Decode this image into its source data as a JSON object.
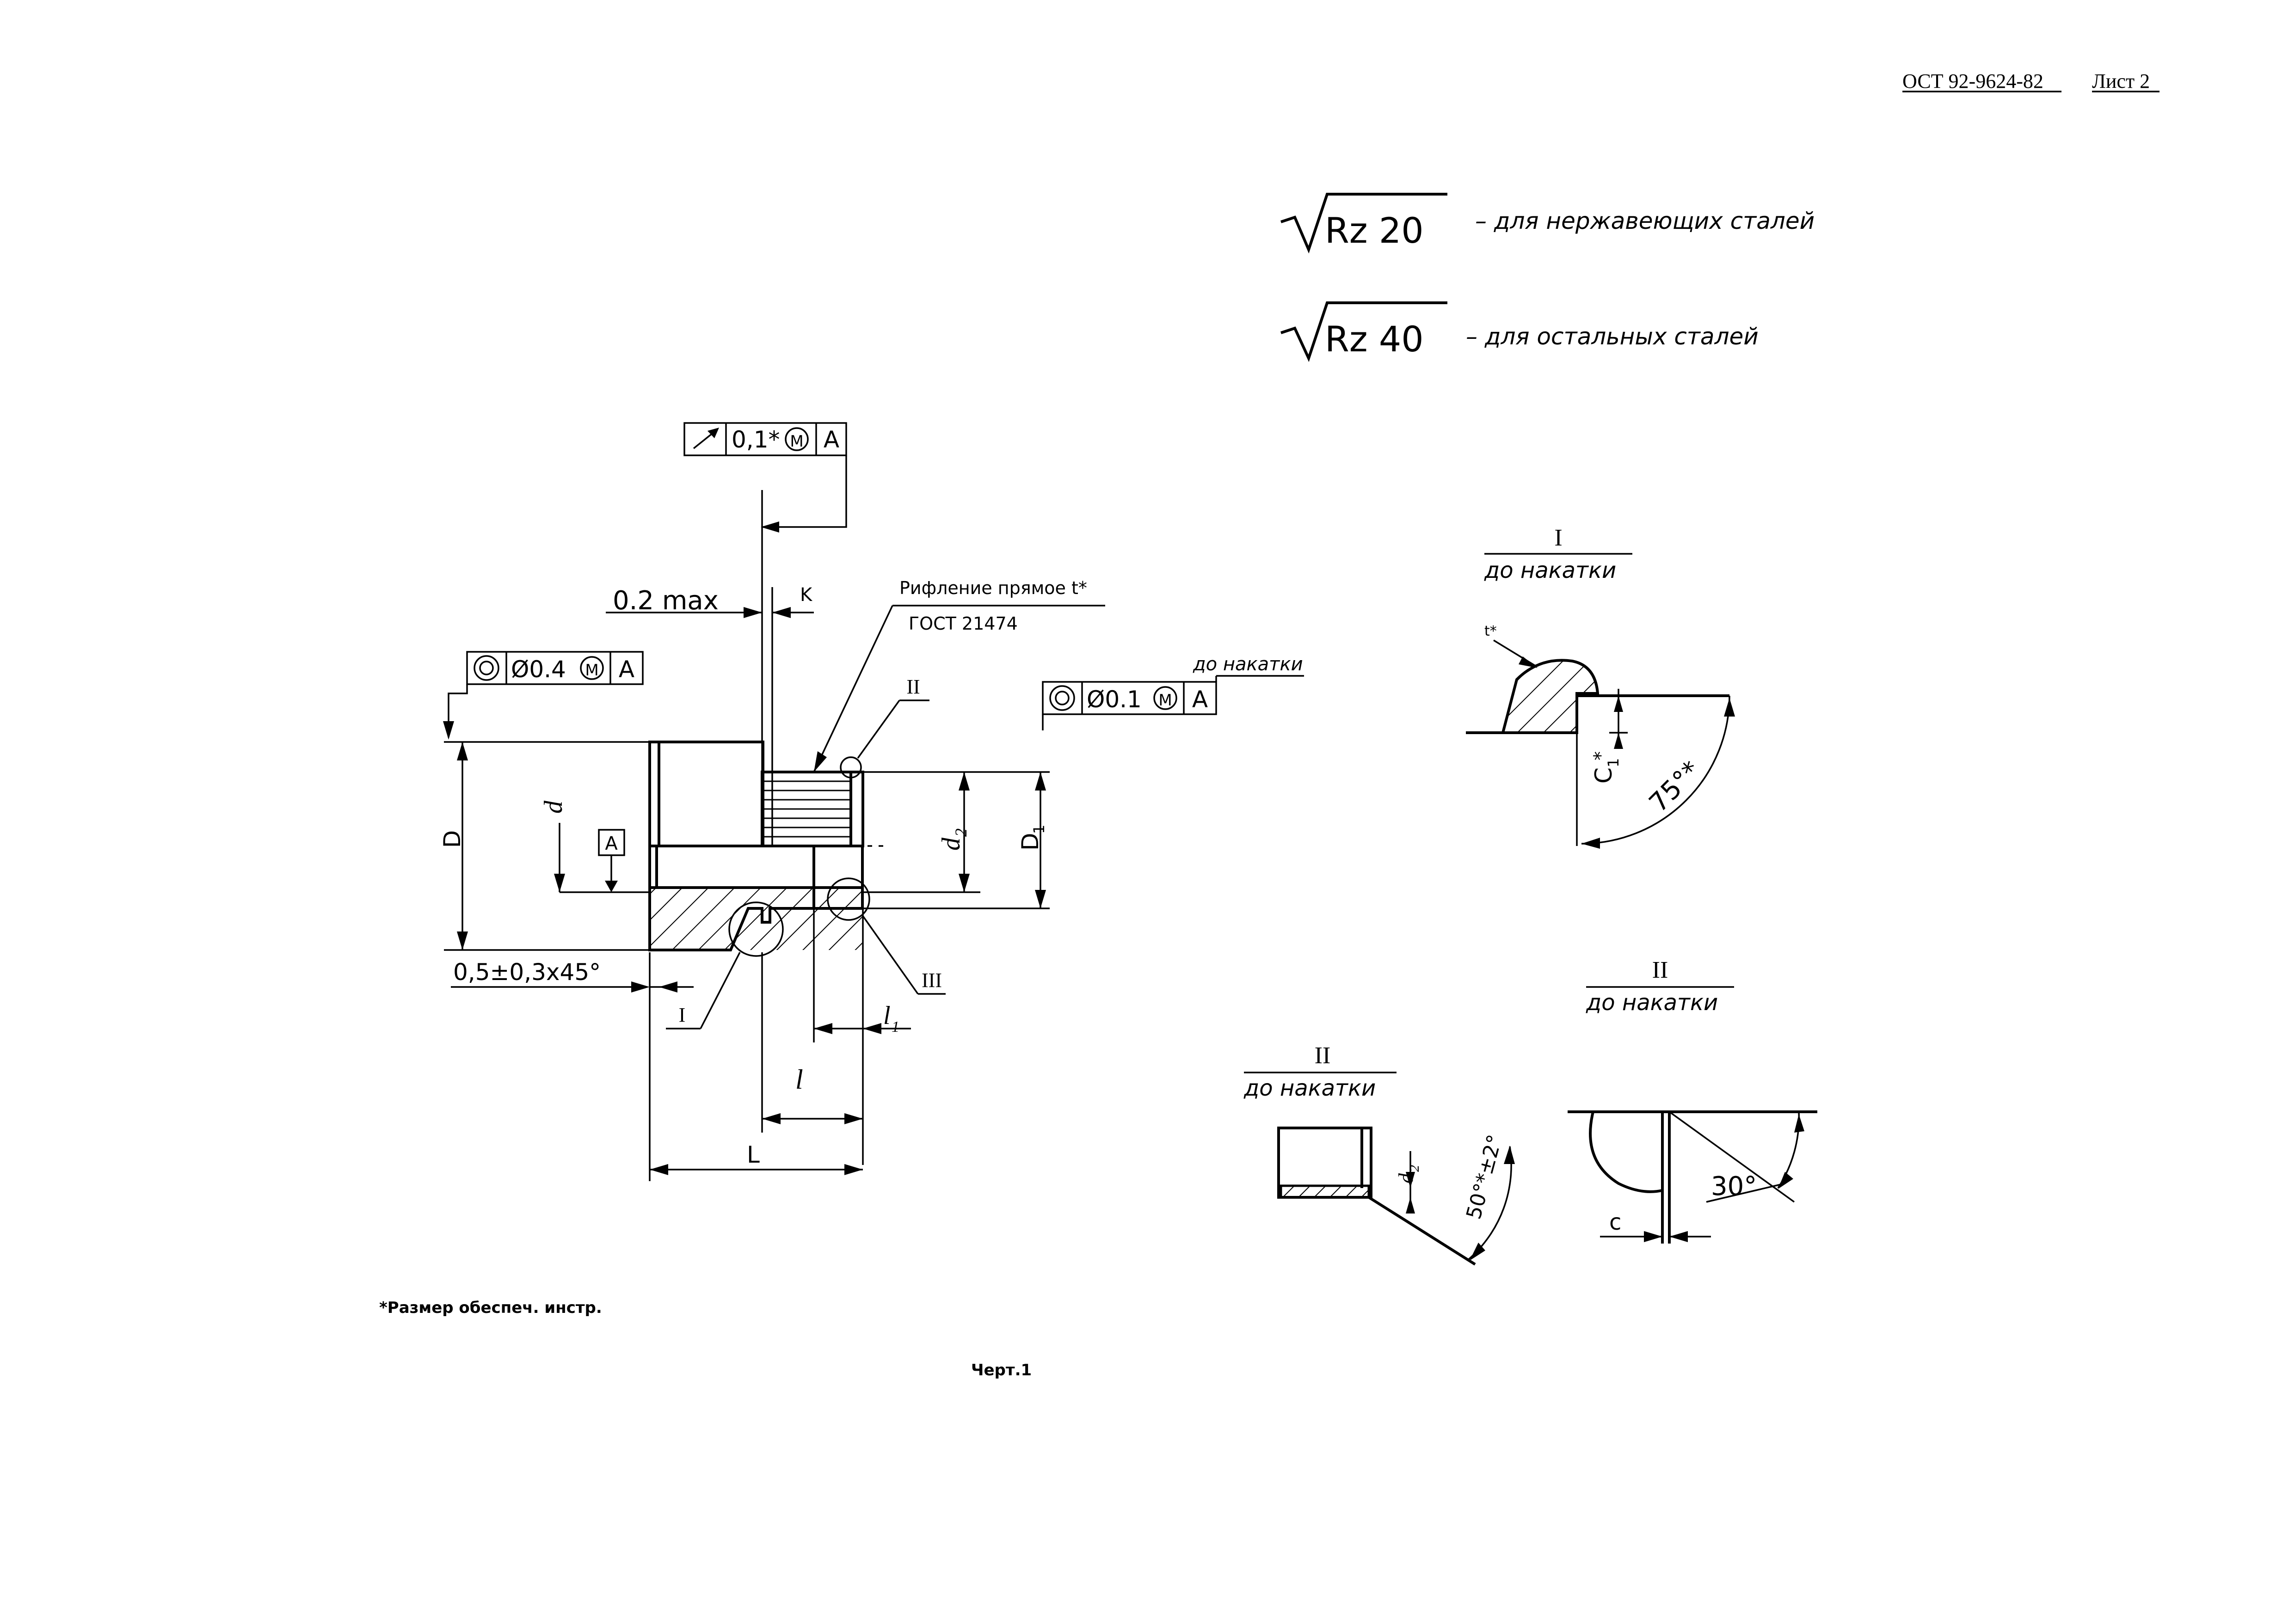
{
  "header": {
    "standard": "ОСТ 92-9624-82",
    "sheet": "Лист 2"
  },
  "roughness": {
    "rz20": {
      "value": "Rz 20",
      "note": "– для нержавеющих сталей"
    },
    "rz40": {
      "value": "Rz 40",
      "note": "– для остальных сталей"
    }
  },
  "tolerance_frames": {
    "runout": {
      "value": "0,1*",
      "modifier": "M",
      "datum": "A"
    },
    "coax_d": {
      "value": "Ø0.4",
      "modifier": "M",
      "datum": "A"
    },
    "coax_d1": {
      "value": "Ø0.1",
      "modifier": "M",
      "datum": "A"
    }
  },
  "main_view": {
    "dim_0_2_max": "0.2 max",
    "dim_k": "K",
    "knurl_note": "Рифление прямое   t*",
    "knurl_gost": "ГОСТ 21474",
    "before_knurl": "до накатки",
    "dim_D": "D",
    "dim_d": "d",
    "datum_A": "A",
    "dim_d2_main": "d",
    "dim_d2_sub": "2",
    "dim_D1": "D",
    "dim_D1_sub": "1",
    "chamfer": "0,5±0,3x45°",
    "dim_l1": "l",
    "dim_l1_sub": "1",
    "dim_l": "l",
    "dim_L": "L",
    "ref_I": "I",
    "ref_II": "II",
    "ref_III": "III"
  },
  "detail_I": {
    "title": "I",
    "subtitle": "до накатки",
    "label_t": "t*",
    "label_c1": "C",
    "label_c1_sub": "1",
    "label_c1_star": "*",
    "angle": "75°*"
  },
  "detail_II_left": {
    "title": "II",
    "subtitle": "до накатки",
    "label_d2": "d",
    "label_d2_sub": "2",
    "angle": "50°*±2°"
  },
  "detail_II_right": {
    "title": "II",
    "subtitle": "до накатки",
    "angle": "30°",
    "label_c": "c"
  },
  "footnote": "*Размер обеспеч. инстр.",
  "caption": "Черт.1"
}
